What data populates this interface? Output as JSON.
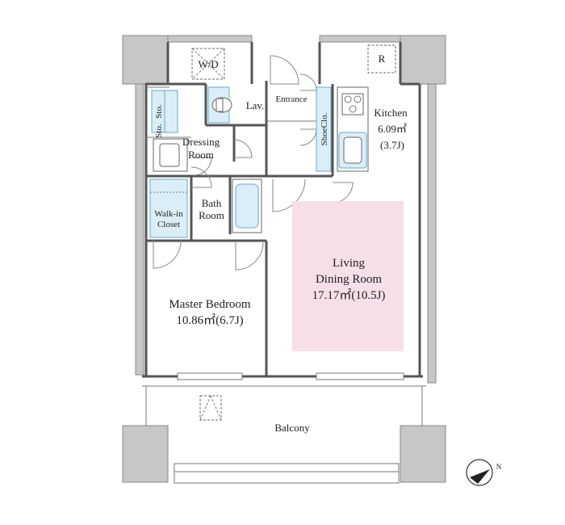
{
  "plan": {
    "rooms": {
      "wd": "W/D",
      "lav": "Lav.",
      "entrance": "Entrance",
      "sto1": "Sto.",
      "sto2": "Sto.",
      "shoe": "ShoeClo.",
      "kitchen": {
        "name": "Kitchen",
        "area": "6.09㎡",
        "jo": "(3.7J)"
      },
      "dressing": {
        "line1": "Dressing",
        "line2": "Room"
      },
      "bath": {
        "line1": "Bath",
        "line2": "Room"
      },
      "walkin": {
        "line1": "Walk-in",
        "line2": "Closet"
      },
      "living": {
        "line1": "Living",
        "line2": "Dining Room",
        "area": "17.17㎡(10.5J)"
      },
      "master": {
        "name": "Master Bedroom",
        "area": "10.86㎡(6.7J)"
      },
      "balcony": "Balcony",
      "fridge": "R"
    },
    "compass": "N",
    "colors": {
      "living_fill": "#f6dfe8",
      "fixture_blue": "#dbeef7",
      "column_gray": "#c7c7c7"
    }
  }
}
